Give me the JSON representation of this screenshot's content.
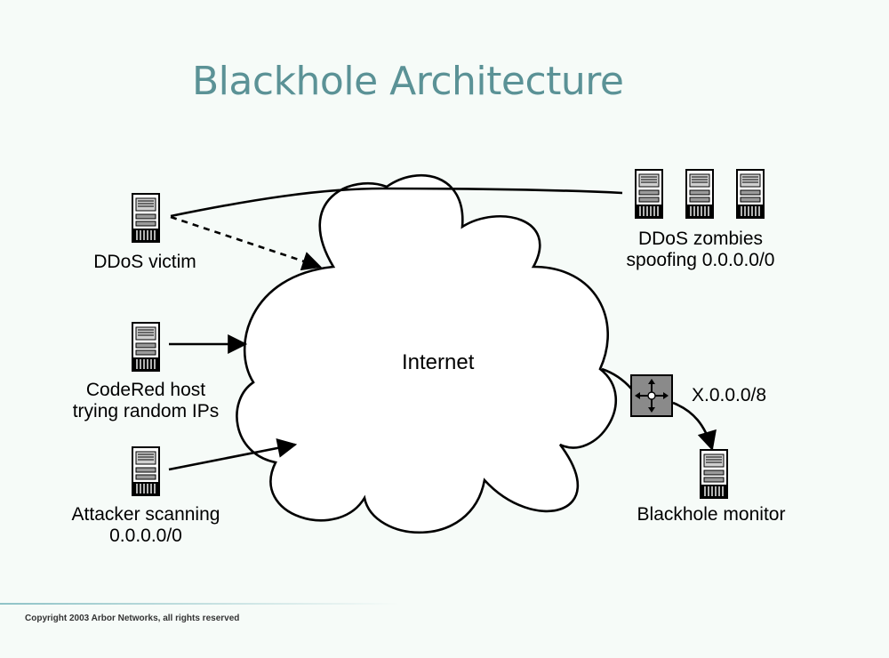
{
  "title": "Blackhole Architecture",
  "cloud_label": "Internet",
  "nodes": {
    "ddos_victim": "DDoS victim",
    "codered_line1": "CodeRed host",
    "codered_line2": "trying random IPs",
    "attacker_line1": "Attacker scanning",
    "attacker_line2": "0.0.0.0/0",
    "zombies_line1": "DDoS zombies",
    "zombies_line2": "spoofing 0.0.0.0/0",
    "router_route": "X.0.0.0/8",
    "monitor": "Blackhole monitor"
  },
  "icons": {
    "server": "server-tower-icon",
    "router": "router-icon"
  },
  "footer": "Copyright 2003 Arbor Networks, all rights reserved",
  "colors": {
    "background": "#f6fbf8",
    "title": "#5b9296",
    "router": "#8a8a8a"
  }
}
